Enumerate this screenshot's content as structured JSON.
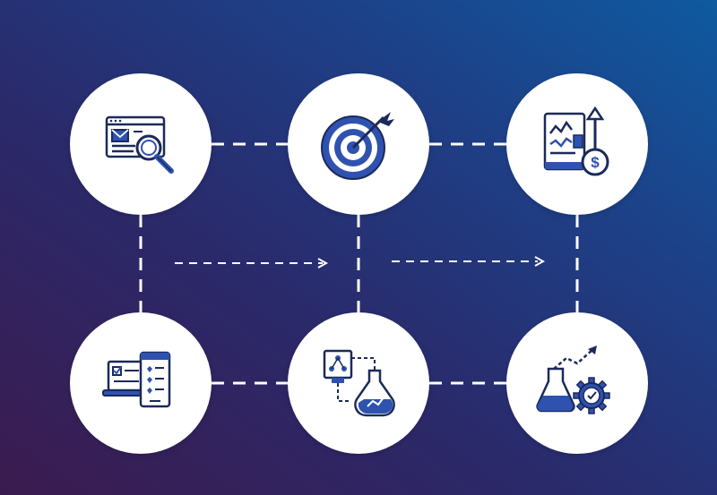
{
  "diagram": {
    "nodes": [
      {
        "id": "n1",
        "icon": "web-search-icon"
      },
      {
        "id": "n2",
        "icon": "target-icon"
      },
      {
        "id": "n3",
        "icon": "financial-report-icon"
      },
      {
        "id": "n4",
        "icon": "survey-devices-icon"
      },
      {
        "id": "n5",
        "icon": "data-experiment-icon"
      },
      {
        "id": "n6",
        "icon": "lab-growth-gear-icon"
      }
    ],
    "connectors": [
      {
        "from": "n1",
        "to": "n2",
        "style": "dashed"
      },
      {
        "from": "n2",
        "to": "n3",
        "style": "dashed"
      },
      {
        "from": "n4",
        "to": "n5",
        "style": "dashed"
      },
      {
        "from": "n5",
        "to": "n6",
        "style": "dashed"
      },
      {
        "from": "n1",
        "to": "n4",
        "style": "dashed"
      },
      {
        "from": "n2",
        "to": "n5",
        "style": "dashed"
      },
      {
        "from": "n3",
        "to": "n6",
        "style": "dashed"
      }
    ],
    "flow_arrows": [
      {
        "direction": "right",
        "style": "dashed"
      },
      {
        "direction": "right",
        "style": "dashed"
      }
    ],
    "colors": {
      "background_start": "#3b1b4f",
      "background_end": "#0f5aa0",
      "icon_primary": "#2f52b0",
      "icon_outline": "#1b2a5a",
      "node_fill": "#ffffff",
      "connector": "#ffffff"
    }
  }
}
